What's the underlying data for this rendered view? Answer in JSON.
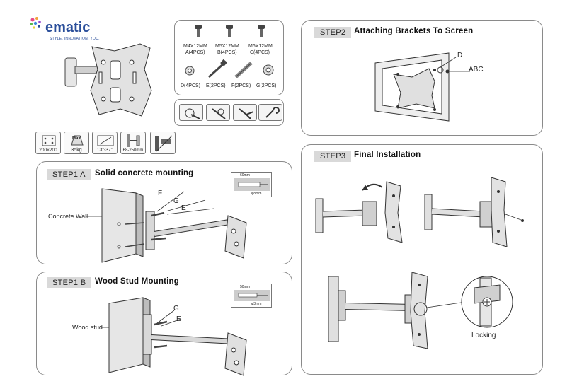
{
  "brand": {
    "name": "ematic",
    "tagline": "STYLE. INNOVATION. YOU."
  },
  "colors": {
    "panel_border": "#8a8a8a",
    "tag_bg": "#d9d9d9",
    "brand_blue": "#2a4e9a"
  },
  "hardware": {
    "screws": [
      {
        "size": "M4X12MM",
        "qty": "A(4PCS)"
      },
      {
        "size": "M5X12MM",
        "qty": "B(4PCS)"
      },
      {
        "size": "M6X12MM",
        "qty": "C(4PCS)"
      }
    ],
    "fittings": [
      "D(4PCS)",
      "E(2PCS)",
      "F(2PCS)",
      "G(2PCS)"
    ]
  },
  "tools": [
    "screwdriver-icon",
    "drill-icon",
    "pliers-icon",
    "wrench-icon"
  ],
  "specs": [
    {
      "icon": "vesa-pattern-icon",
      "text": "200×200"
    },
    {
      "icon": "max-weight-icon",
      "label": "Max",
      "text": "35kg"
    },
    {
      "icon": "screen-size-icon",
      "text": "13\"-37\""
    },
    {
      "icon": "wall-distance-icon",
      "text": "68-250mm"
    },
    {
      "icon": "level-icon",
      "text": ""
    }
  ],
  "step1a": {
    "tag": "STEP1 A",
    "title": "Solid concrete mounting",
    "wall_label": "Concrete Wall",
    "callouts": [
      "F",
      "G",
      "E"
    ],
    "drill_diagram": {
      "depth": "60mm",
      "diameter": "φ8mm"
    }
  },
  "step1b": {
    "tag": "STEP1 B",
    "title": "Wood Stud Mounting",
    "wall_label": "Wood stud",
    "callouts": [
      "G",
      "E"
    ],
    "drill_diagram": {
      "depth": "50mm",
      "diameter": "φ3mm"
    }
  },
  "step2": {
    "tag": "STEP2",
    "title": "Attaching Brackets To Screen",
    "callouts": [
      "D",
      "ABC"
    ]
  },
  "step3": {
    "tag": "STEP3",
    "title": "Final Installation",
    "locking_label": "Locking"
  }
}
